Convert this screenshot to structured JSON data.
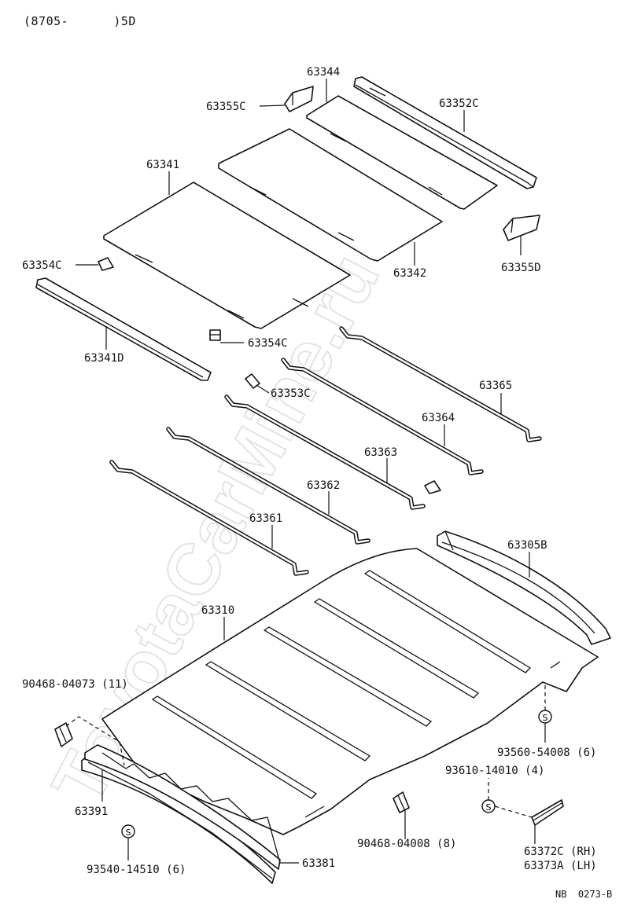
{
  "header": {
    "model_code": "(8705-      )5D"
  },
  "footer": {
    "ref": "NB  0273-B"
  },
  "watermark": "ToyotaCarMine.ru",
  "labels": {
    "p63344": "63344",
    "p63355C": "63355C",
    "p63352C": "63352C",
    "p63341": "63341",
    "p63355D": "63355D",
    "p63342": "63342",
    "p63354C_a": "63354C",
    "p63354C_b": "63354C",
    "p63341D": "63341D",
    "p63353C": "63353C",
    "p63365": "63365",
    "p63364": "63364",
    "p63363": "63363",
    "p63362": "63362",
    "p63361": "63361",
    "p63305B": "63305B",
    "p63310": "63310",
    "p90468_04073": "90468-04073 (11)",
    "p93560_54008": "93560-54008 (6)",
    "p93610_14010": "93610-14010 (4)",
    "p63391": "63391",
    "p90468_04008": "90468-04008 (8)",
    "p63372C": "63372C (RH)",
    "p63373A": "63373A (LH)",
    "p93540_14510": "93540-14510 (6)",
    "p63381": "63381"
  }
}
